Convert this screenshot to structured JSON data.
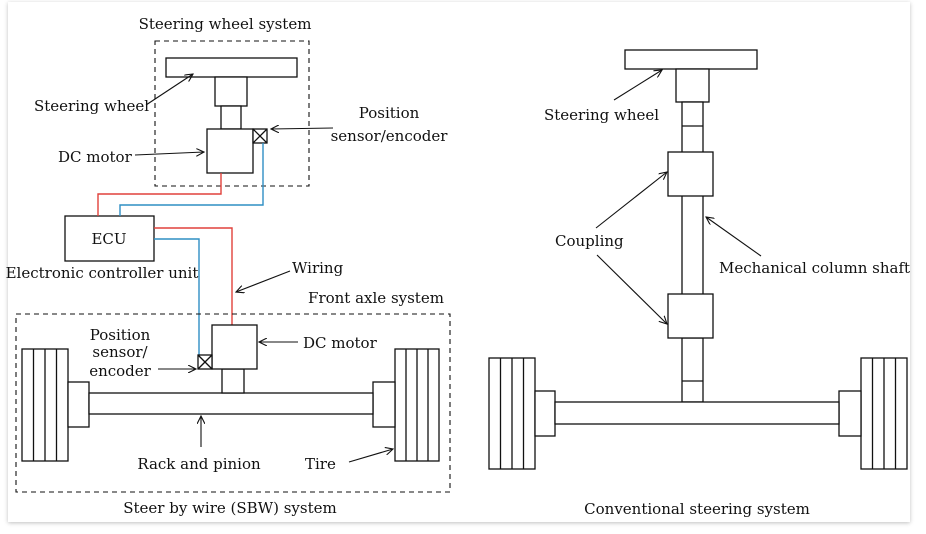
{
  "sbw": {
    "group_steering_wheel_system": "Steering wheel system",
    "steering_wheel": "Steering wheel",
    "dc_motor_top": "DC motor",
    "position_sensor_top_1": "Position",
    "position_sensor_top_2": "sensor/encoder",
    "ecu": "ECU",
    "ecu_full": "Electronic controller unit",
    "wiring": "Wiring",
    "group_front_axle_system": "Front axle system",
    "position_sensor_bottom_1": "Position",
    "position_sensor_bottom_2": "sensor/",
    "position_sensor_bottom_3": "encoder",
    "dc_motor_bottom": "DC motor",
    "rack_and_pinion": "Rack and pinion",
    "tire": "Tire",
    "caption": "Steer by wire (SBW) system"
  },
  "conventional": {
    "steering_wheel": "Steering wheel",
    "coupling": "Coupling",
    "mechanical_column_shaft": "Mechanical column shaft",
    "caption": "Conventional steering system"
  },
  "colors": {
    "power_wire": "#e0413b",
    "signal_wire": "#2f8fc4"
  }
}
